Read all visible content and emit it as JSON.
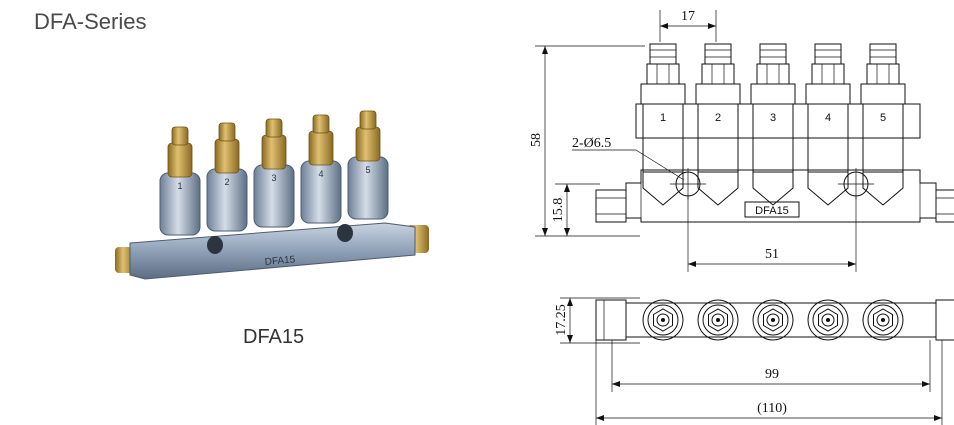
{
  "title": "DFA-Series",
  "photo": {
    "caption": "DFA15",
    "outlet_numbers": [
      "1",
      "2",
      "3",
      "4",
      "5"
    ],
    "body_mark": "DFA15"
  },
  "drawing": {
    "outlet_labels": [
      "1",
      "2",
      "3",
      "4",
      "5"
    ],
    "body_label": "DFA15",
    "dims": {
      "pitch": "17",
      "height": "58",
      "holes": "2-Ø6.5",
      "base_height": "15.8",
      "hole_spacing": "51",
      "width": "17.25",
      "mount_length": "99",
      "overall_length": "(110)"
    }
  },
  "colors": {
    "brass": "#c9a24a",
    "steel": "#8fa1b8",
    "line": "#111111"
  }
}
